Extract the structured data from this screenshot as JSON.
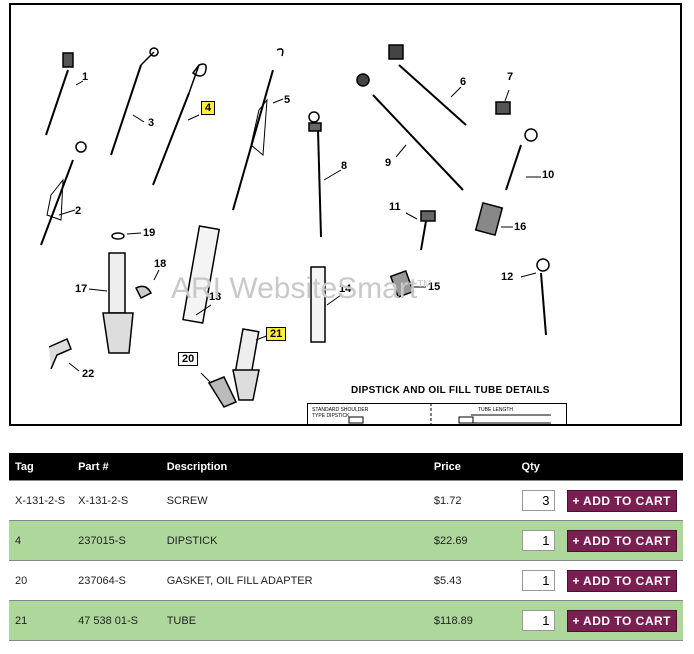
{
  "diagram": {
    "callouts": [
      "1",
      "2",
      "3",
      "4",
      "5",
      "6",
      "7",
      "8",
      "9",
      "10",
      "11",
      "12",
      "13",
      "14",
      "15",
      "16",
      "17",
      "18",
      "19",
      "20",
      "21",
      "22"
    ],
    "highlight_color": "#ffef3a",
    "watermark": "ARI WebsiteSmart",
    "watermark_tm": "TM",
    "details_title": "DIPSTICK AND OIL FILL TUBE DETAILS",
    "details_std": "STANDARD SHOULDER TYPE DIPSTICK",
    "details_tube": "TUBE LENGTH"
  },
  "table": {
    "headers": {
      "tag": "Tag",
      "part": "Part #",
      "desc": "Description",
      "price": "Price",
      "qty": "Qty"
    },
    "rows": [
      {
        "tag": "X-131-2-S",
        "part": "X-131-2-S",
        "desc": "SCREW",
        "price": "$1.72",
        "qty": "3"
      },
      {
        "tag": "4",
        "part": "237015-S",
        "desc": "DIPSTICK",
        "price": "$22.69",
        "qty": "1"
      },
      {
        "tag": "20",
        "part": "237064-S",
        "desc": "GASKET, OIL FILL ADAPTER",
        "price": "$5.43",
        "qty": "1"
      },
      {
        "tag": "21",
        "part": "47 538 01-S",
        "desc": "TUBE",
        "price": "$118.89",
        "qty": "1"
      }
    ],
    "cart_plus": "+",
    "cart_label": "ADD TO CART",
    "row_alt_color": "#aed89b",
    "cart_color": "#7a1f52"
  }
}
